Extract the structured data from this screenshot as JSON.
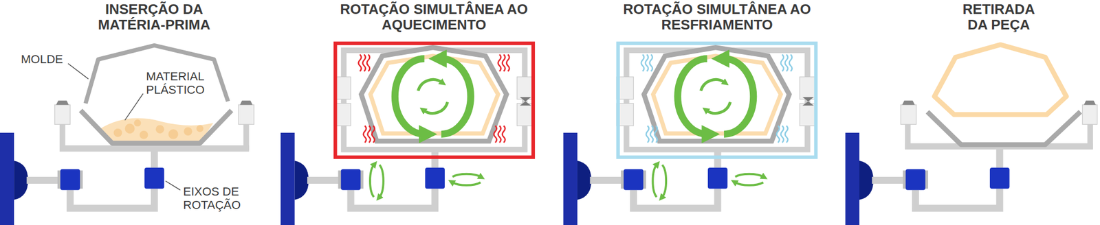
{
  "diagram": {
    "labels": [
      "INSERÇÃO DA MATÉRIA-PRIMA",
      "ROTAÇÃO SIMULTÂNEA AO AQUECIMENTO",
      "ROTAÇÃO SIMULTÂNEA AO RESFRIAMENTO",
      "RETIRADA DA PEÇA",
      "MOLDE",
      "MATERIAL PLÁSTICO",
      "EIXOS DE ROTAÇÃO"
    ]
  }
}
